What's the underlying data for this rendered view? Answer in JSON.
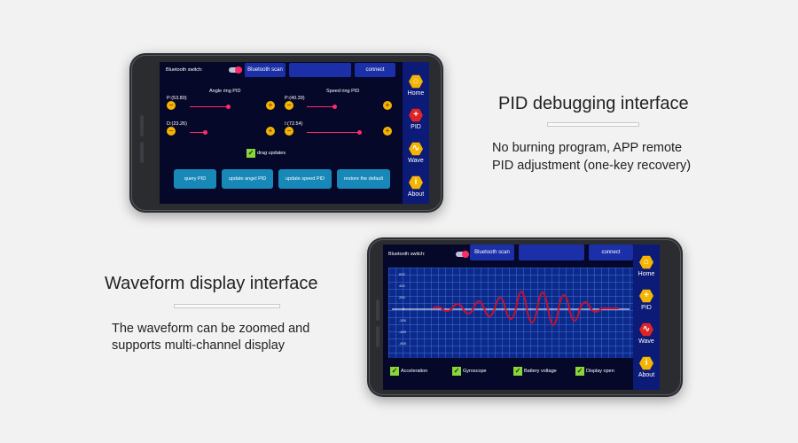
{
  "colors": {
    "background": "#f2f2f2",
    "screen_bg": "#06082a",
    "nav_bg": "#0c1a78",
    "accent_pink": "#ff2a6a",
    "icon_yellow": "#f4b400",
    "action_blue": "#1788b8",
    "check_green": "#8bd43a",
    "waveform_red": "#c8102e"
  },
  "pid_screen": {
    "header": {
      "bluetooth_switch_label": "Bluetooth switch:",
      "bluetooth_scan": "Bluetooth scan",
      "connect": "connect"
    },
    "angle_title": "Angle ring PID",
    "speed_title": "Speed ring PID",
    "angle_p": "P:(53.80)",
    "angle_d": "D:(23.26)",
    "speed_p": "P:(40.39)",
    "speed_i": "I:(72.54)",
    "minus": "−",
    "plus": "+",
    "drag_updates": "drag updates",
    "buttons": {
      "query": "query PID",
      "update_angel": "update angel PID",
      "update_speed": "update speed PID",
      "restore": "restore the default"
    }
  },
  "nav": {
    "home": "Home",
    "pid": "PID",
    "wave": "Wave",
    "about": "About",
    "pid_icon_text": "+",
    "about_icon_text": "i"
  },
  "captions": {
    "pid_title": "PID debugging interface",
    "pid_desc_line1": "No burning program, APP remote",
    "pid_desc_line2": "PID adjustment (one-key recovery)",
    "wave_title": "Waveform display interface",
    "wave_desc_line1": "The waveform can be zoomed and",
    "wave_desc_line2": "supports multi-channel display"
  },
  "wave_screen": {
    "header": {
      "bluetooth_switch_label": "Bluetooth switch:",
      "bluetooth_scan": "Bluetooth scan",
      "connect": "connect"
    },
    "y_ticks": [
      "600",
      "400",
      "200",
      "0",
      "-200",
      "-400",
      "-600"
    ],
    "checks": {
      "acceleration": "Acceleration",
      "gyroscope": "Gyroscope",
      "battery": "Battery voltage",
      "display_open": "Display open"
    }
  }
}
